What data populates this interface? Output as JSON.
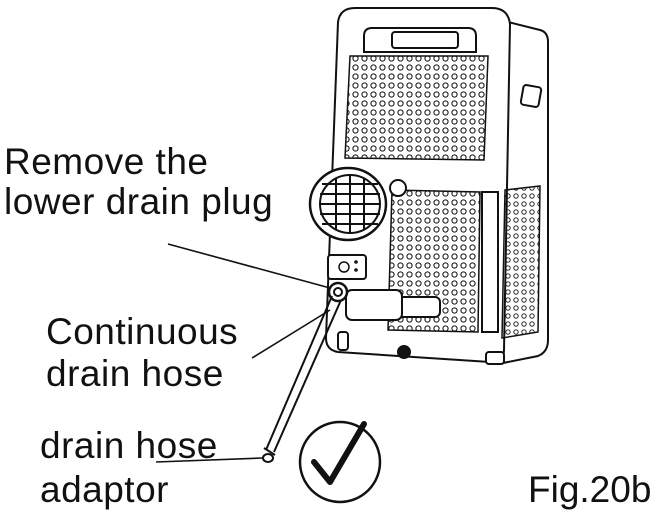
{
  "labels": {
    "remove_plug_line1": "Remove the",
    "remove_plug_line2": "lower drain plug",
    "hose_line1": "Continuous",
    "hose_line2": "drain hose",
    "adaptor_line1": "drain hose",
    "adaptor_line2": "adaptor"
  },
  "figure_caption": "Fig.20b",
  "icons": [
    "checkmark-icon",
    "air-conditioner-unit",
    "drain-plug-icon"
  ],
  "colors": {
    "ink": "#111111",
    "paper": "#ffffff"
  }
}
